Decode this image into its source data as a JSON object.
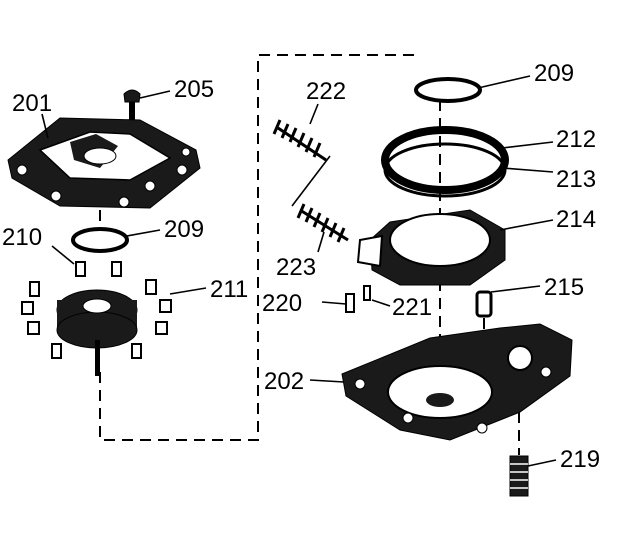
{
  "callouts": {
    "c201": "201",
    "c205": "205",
    "c210": "210",
    "c209a": "209",
    "c211": "211",
    "c222": "222",
    "c209b": "209",
    "c212": "212",
    "c213": "213",
    "c214": "214",
    "c223": "223",
    "c220": "220",
    "c221": "221",
    "c215": "215",
    "c202": "202",
    "c219": "219"
  }
}
